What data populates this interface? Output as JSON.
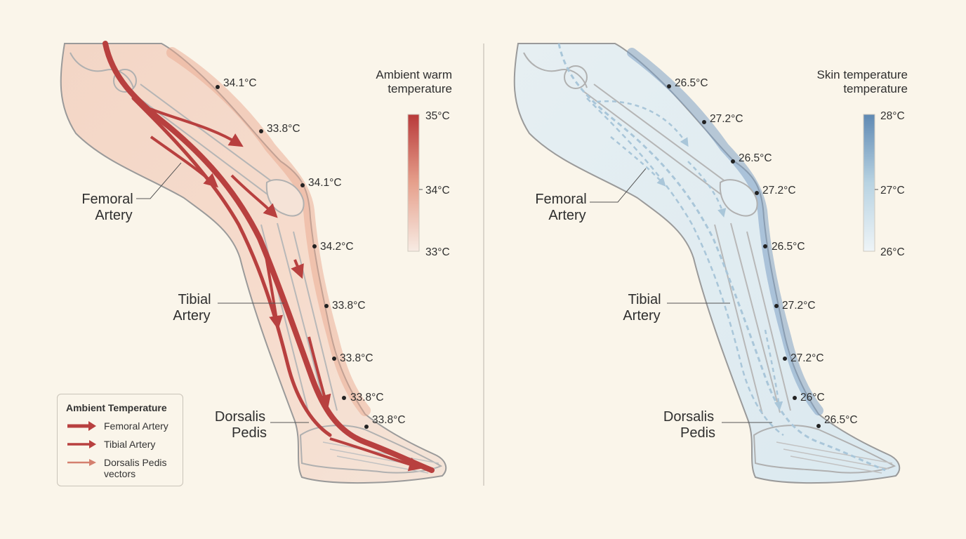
{
  "left_panel": {
    "scale_title_line1": "Ambient warm",
    "scale_title_line2": "temperature",
    "scale_max": "35°C",
    "scale_mid": "34°C",
    "scale_min": "33°C",
    "scale_color_top": "#b83a3a",
    "scale_color_bottom": "#f7ebe3",
    "labels": {
      "femoral_line1": "Femoral",
      "femoral_line2": "Artery",
      "tibial_line1": "Tibial",
      "tibial_line2": "Artery",
      "dorsalis_line1": "Dorsalis",
      "dorsalis_line2": "Pedis"
    },
    "readings": [
      "34.1°C",
      "33.8°C",
      "34.1°C",
      "34.2°C",
      "33.8°C",
      "33.8°C",
      "33.8°C",
      "33.8°C"
    ]
  },
  "right_panel": {
    "scale_title_line1": "Skin temperature",
    "scale_title_line2": "temperature",
    "scale_max": "28°C",
    "scale_mid": "27°C",
    "scale_min": "26°C",
    "scale_color_top": "#5f89b3",
    "scale_color_bottom": "#eef4f7",
    "labels": {
      "femoral_line1": "Femoral",
      "femoral_line2": "Artery",
      "tibial_line1": "Tibial",
      "tibial_line2": "Artery",
      "dorsalis_line1": "Dorsalis",
      "dorsalis_line2": "Pedis"
    },
    "readings": [
      "26.5°C",
      "27.2°C",
      "26.5°C",
      "27.2°C",
      "26.5°C",
      "27.2°C",
      "27.2°C",
      "26°C",
      "26.5°C"
    ]
  },
  "legend": {
    "title": "Ambient Temperature",
    "items": [
      "Femoral Artery",
      "Tibial Artery",
      "Dorsalis Pedis vectors"
    ]
  },
  "colors": {
    "artery_red": "#b8403f",
    "vessel_blue": "#9dbdd3",
    "warm_tint": "#f2c9b6",
    "cool_tint": "#d4e5ee",
    "outline": "#8c8c8c"
  }
}
